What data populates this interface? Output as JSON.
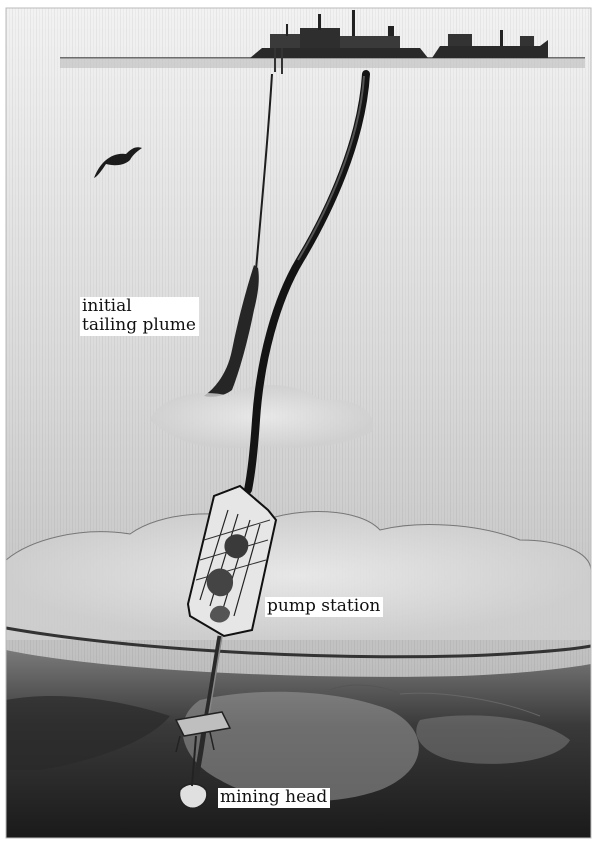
{
  "figure": {
    "labels": {
      "plume_line1": "initial",
      "plume_line2": "tailing plume",
      "pump_station": "pump station",
      "mining_head": "mining head"
    }
  },
  "colors": {
    "ink": "#111111",
    "background": "#ffffff",
    "mid_gray": "#b8b8b8",
    "light_gray": "#dcdcdc",
    "dark": "#2a2a2a"
  }
}
